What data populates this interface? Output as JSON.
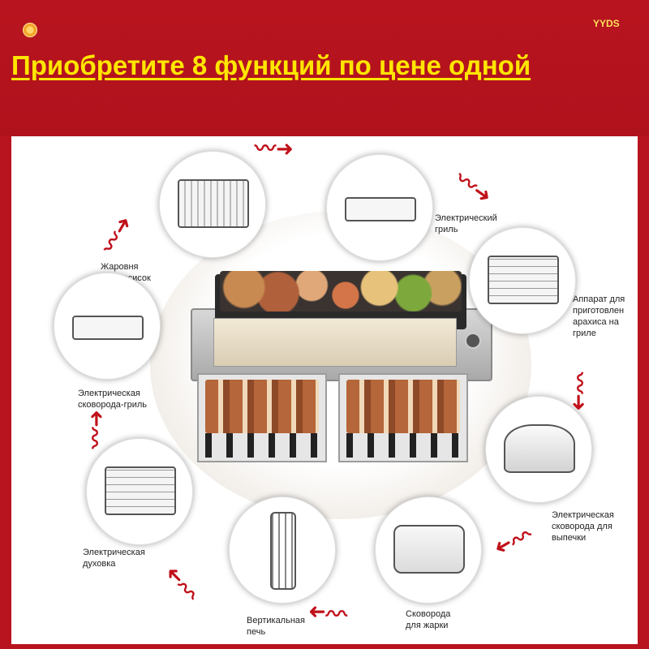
{
  "header": {
    "title": "Приобретите 8 функций по цене одной",
    "logo_text": "YYDS"
  },
  "functions": [
    {
      "name": "grill",
      "lines": [
        "Электрический",
        "гриль"
      ],
      "icon": "grill-rack-icon"
    },
    {
      "name": "peanut-roaster",
      "lines": [
        "Аппарат для",
        "приготовлен",
        "арахиса на",
        "гриле"
      ],
      "icon": "roaster-icon"
    },
    {
      "name": "baking-pan",
      "lines": [
        "Электрическая",
        "сковорода для",
        "выпечки"
      ],
      "icon": "press-icon"
    },
    {
      "name": "frying-pan",
      "lines": [
        "Сковорода",
        "для жарки"
      ],
      "icon": "tray-icon"
    },
    {
      "name": "vertical-oven",
      "lines": [
        "Вертикальная",
        "печь"
      ],
      "icon": "vertical-oven-icon"
    },
    {
      "name": "oven",
      "lines": [
        "Электрическая",
        "духовка"
      ],
      "icon": "oven-icon"
    },
    {
      "name": "grill-pan",
      "lines": [
        "Электрическая",
        "сковорода-гриль"
      ],
      "icon": "grill-pan-icon"
    },
    {
      "name": "sausage-roaster",
      "lines": [
        "Жаровня",
        "для сосисок"
      ],
      "icon": "sausage-roaster-icon"
    }
  ],
  "colors": {
    "background": "#b8141f",
    "title": "#ffe600",
    "arrow": "#c0101a",
    "panel": "#ffffff"
  }
}
